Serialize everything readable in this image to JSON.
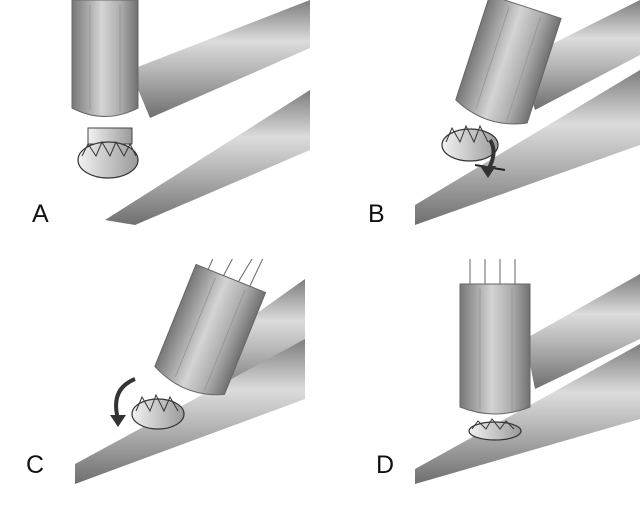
{
  "panels": [
    {
      "id": "A",
      "label": "A"
    },
    {
      "id": "B",
      "label": "B"
    },
    {
      "id": "C",
      "label": "C"
    },
    {
      "id": "D",
      "label": "D"
    }
  ],
  "colors": {
    "tube_dark": "#8a8a8a",
    "tube_light": "#d8d8d8",
    "tube_mid": "#b0b0b0",
    "outline": "#555555",
    "arrow": "#333333"
  }
}
